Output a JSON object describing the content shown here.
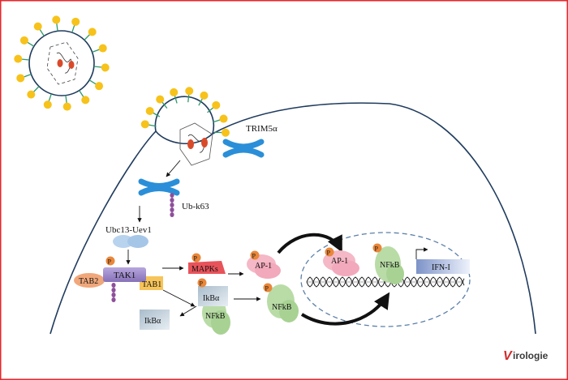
{
  "labels": {
    "trim5a": "TRIM5α",
    "ubk63": "Ub-k63",
    "ubc13": "Ubc13-Uev1",
    "tak1": "TAK1",
    "tab2": "TAB2",
    "tab1": "TAB1",
    "mapks": "MAPKs",
    "ap1_cyto": "AP-1",
    "ap1_nuc": "AP-1",
    "ikba_complex": "IkBα",
    "nfkb_complex": "NFkB",
    "ikba_free": "IkBα",
    "nfkb_cyto": "NFkB",
    "nfkb_nuc": "NFkB",
    "ifn": "IFN-I",
    "p": "P"
  },
  "logo": {
    "letter": "V",
    "text": "irologie"
  },
  "colors": {
    "frame": "#e8262b",
    "membrane": "#1f3b5e",
    "spike_stem": "#2e9a6b",
    "spike_head": "#f7c21a",
    "trim": "#2a8fd8",
    "phospho": "#e9873a",
    "ap1": "#f4b8c6",
    "nfkb": "#b9dca6",
    "tak1": "#9b87c9",
    "tab1": "#f6c45a",
    "tab2": "#f0a77a",
    "mapks": "#e8535a",
    "ikba": "#c9d6e0",
    "ubc": "#b8d3ee",
    "ub_chain": "#8e4f9b",
    "rna": "#d94a2a"
  }
}
